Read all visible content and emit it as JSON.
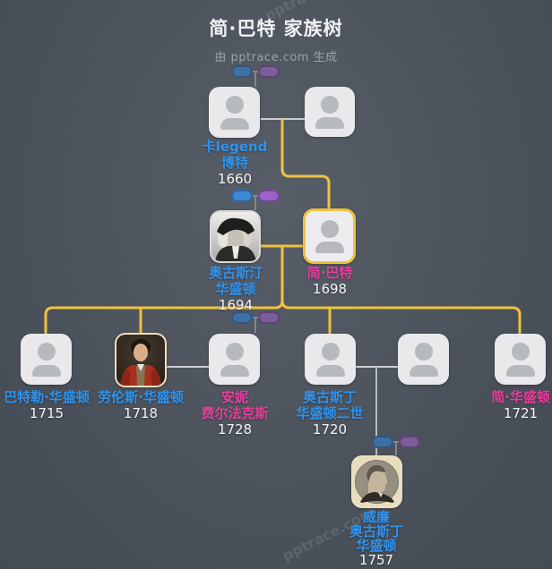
{
  "header": {
    "title": "简·巴特 家族树",
    "subtitle": "由 pptrace.com 生成"
  },
  "watermark": {
    "text": "pptrace.com"
  },
  "colors": {
    "background": "#4b515a",
    "highlight_yellow": "#eec23e",
    "male_name_blue": "#2e93ef",
    "female_name_magenta": "#e83c9d",
    "year_white": "#f3f4f6",
    "pill_male_blue": "#3e6fa5",
    "pill_female_purple": "#7c5c99",
    "connector_gray": "#caccd0",
    "card_gray": "#e9e9eb"
  },
  "persons": {
    "kalegend_bote": {
      "name1": "卡legend",
      "name2": "博特",
      "year": "1660"
    },
    "augustine": {
      "name1": "奥古斯汀",
      "name2": "华盛顿",
      "year": "1694"
    },
    "jane_butt": {
      "name1": "简·巴特",
      "year": "1698"
    },
    "butler_w": {
      "name1": "巴特勒·华盛顿",
      "year": "1715"
    },
    "lawrence_w": {
      "name1": "劳伦斯·华盛顿",
      "year": "1718"
    },
    "anne_fairfax": {
      "name1": "安妮",
      "name2": "费尔法克斯",
      "year": "1728"
    },
    "augustine_ii": {
      "name1": "奥古斯丁",
      "name2": "华盛顿二世",
      "year": "1720"
    },
    "jane_w": {
      "name1": "简·华盛顿",
      "year": "1721"
    },
    "william": {
      "name1": "威廉",
      "name2": "奥古斯丁",
      "name3": "华盛顿",
      "year": "1757"
    }
  }
}
